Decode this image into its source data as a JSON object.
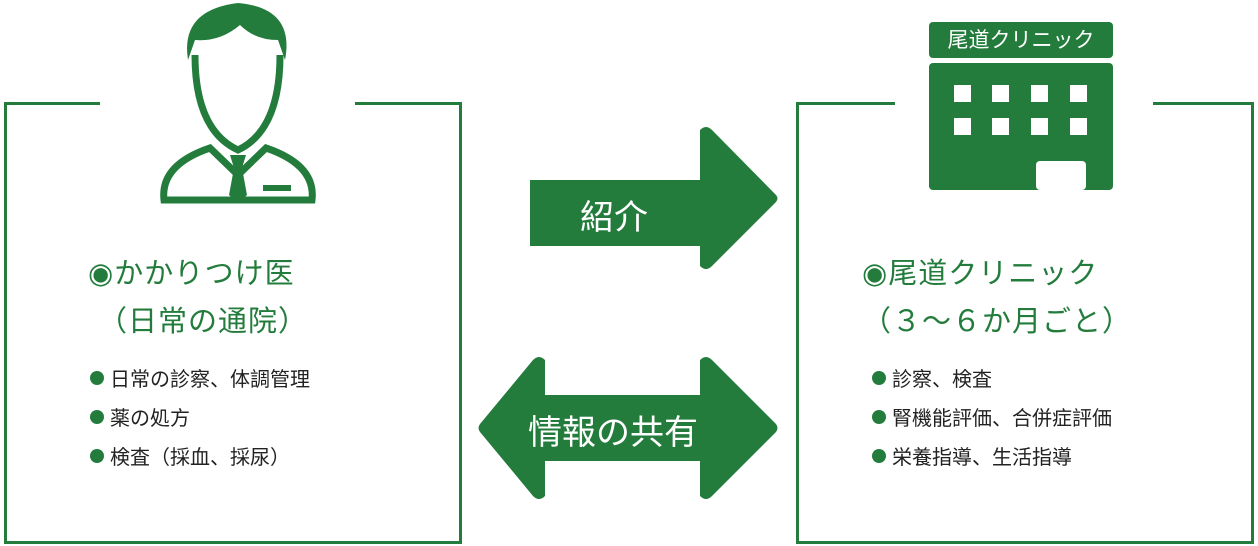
{
  "colors": {
    "green": "#237c3c"
  },
  "left": {
    "icon": "doctor-icon",
    "title": "◉かかりつけ医",
    "subtitle": "（日常の通院）",
    "items": [
      "日常の診察、体調管理",
      "薬の処方",
      "検査（採血、採尿）"
    ]
  },
  "right": {
    "icon": "building-icon",
    "sign": "尾道クリニック",
    "title": "◉尾道クリニック",
    "subtitle": "（３～６か月ごと）",
    "items": [
      "診察、検査",
      "腎機能評価、合併症評価",
      "栄養指導、生活指導"
    ]
  },
  "arrows": {
    "referral": "紹介",
    "share": "情報の共有"
  }
}
